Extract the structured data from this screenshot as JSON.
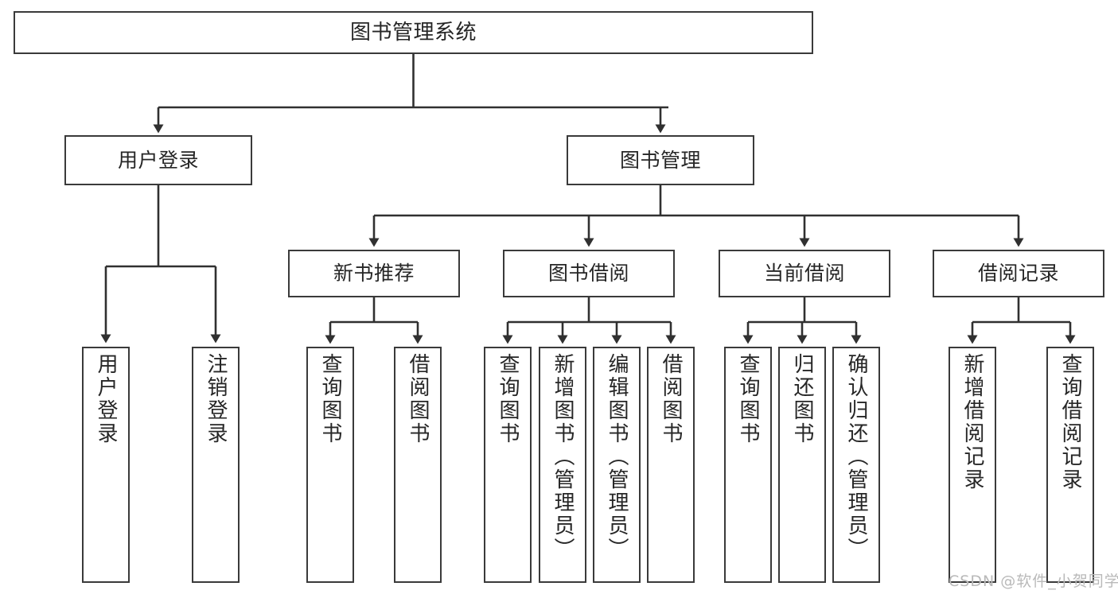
{
  "diagram": {
    "type": "tree-hierarchy-flowchart",
    "title": "图书管理系统",
    "orientation": "top-down",
    "colors": {
      "box_border": "#3a3a3a",
      "box_fill": "#ffffff",
      "connector": "#303030",
      "text": "#262626",
      "watermark": "#b9b9b9",
      "background": "#ffffff"
    },
    "root": {
      "label": "图书管理系统"
    },
    "level2": [
      {
        "label": "用户登录"
      },
      {
        "label": "图书管理"
      }
    ],
    "level3": [
      {
        "label": "新书推荐"
      },
      {
        "label": "图书借阅"
      },
      {
        "label": "当前借阅"
      },
      {
        "label": "借阅记录"
      }
    ],
    "leaves": {
      "user_login": [
        {
          "label": "用户登录"
        },
        {
          "label": "注销登录"
        }
      ],
      "new_book_recommend": [
        {
          "label": "查询图书"
        },
        {
          "label": "借阅图书"
        }
      ],
      "book_borrow": [
        {
          "label": "查询图书"
        },
        {
          "label": "新增图书（管理员）"
        },
        {
          "label": "编辑图书（管理员）"
        },
        {
          "label": "借阅图书"
        }
      ],
      "current_borrow": [
        {
          "label": "查询图书"
        },
        {
          "label": "归还图书"
        },
        {
          "label": "确认归还（管理员）"
        }
      ],
      "borrow_record": [
        {
          "label": "新增借阅记录"
        },
        {
          "label": "查询借阅记录"
        }
      ]
    }
  },
  "watermark": {
    "text": "CSDN @软件_小贺同学"
  }
}
